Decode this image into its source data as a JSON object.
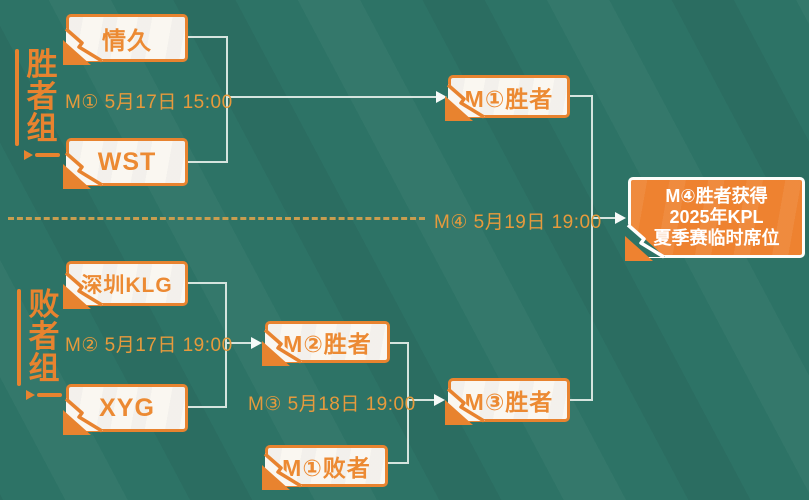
{
  "colors": {
    "background": "#2d7366",
    "orange": "#e8832f",
    "box_bg": "#faf7f1",
    "final_box_bg": "#ee8230",
    "line": "#d5e4de",
    "dash": "#c89d4f"
  },
  "groups": {
    "winners": {
      "label": "胜者组",
      "chars": [
        "胜",
        "者",
        "组"
      ]
    },
    "losers": {
      "label": "败者组",
      "chars": [
        "败",
        "者",
        "组"
      ]
    }
  },
  "nodes": {
    "qingjiu": {
      "label": "情久"
    },
    "wst": {
      "label": "WST"
    },
    "m1_winner": {
      "label": "M①胜者"
    },
    "shenzhen_klg": {
      "label": "深圳KLG"
    },
    "xyg": {
      "label": "XYG"
    },
    "m2_winner": {
      "label": "M②胜者"
    },
    "m1_loser": {
      "label": "M①败者"
    },
    "m3_winner": {
      "label": "M③胜者"
    },
    "final": {
      "lines": [
        "M④胜者获得",
        "2025年KPL",
        "夏季赛临时席位"
      ]
    }
  },
  "schedule": {
    "m1": "M① 5月17日 15:00",
    "m2": "M② 5月17日 19:00",
    "m3": "M③ 5月18日 19:00",
    "m4": "M④ 5月19日 19:00"
  }
}
